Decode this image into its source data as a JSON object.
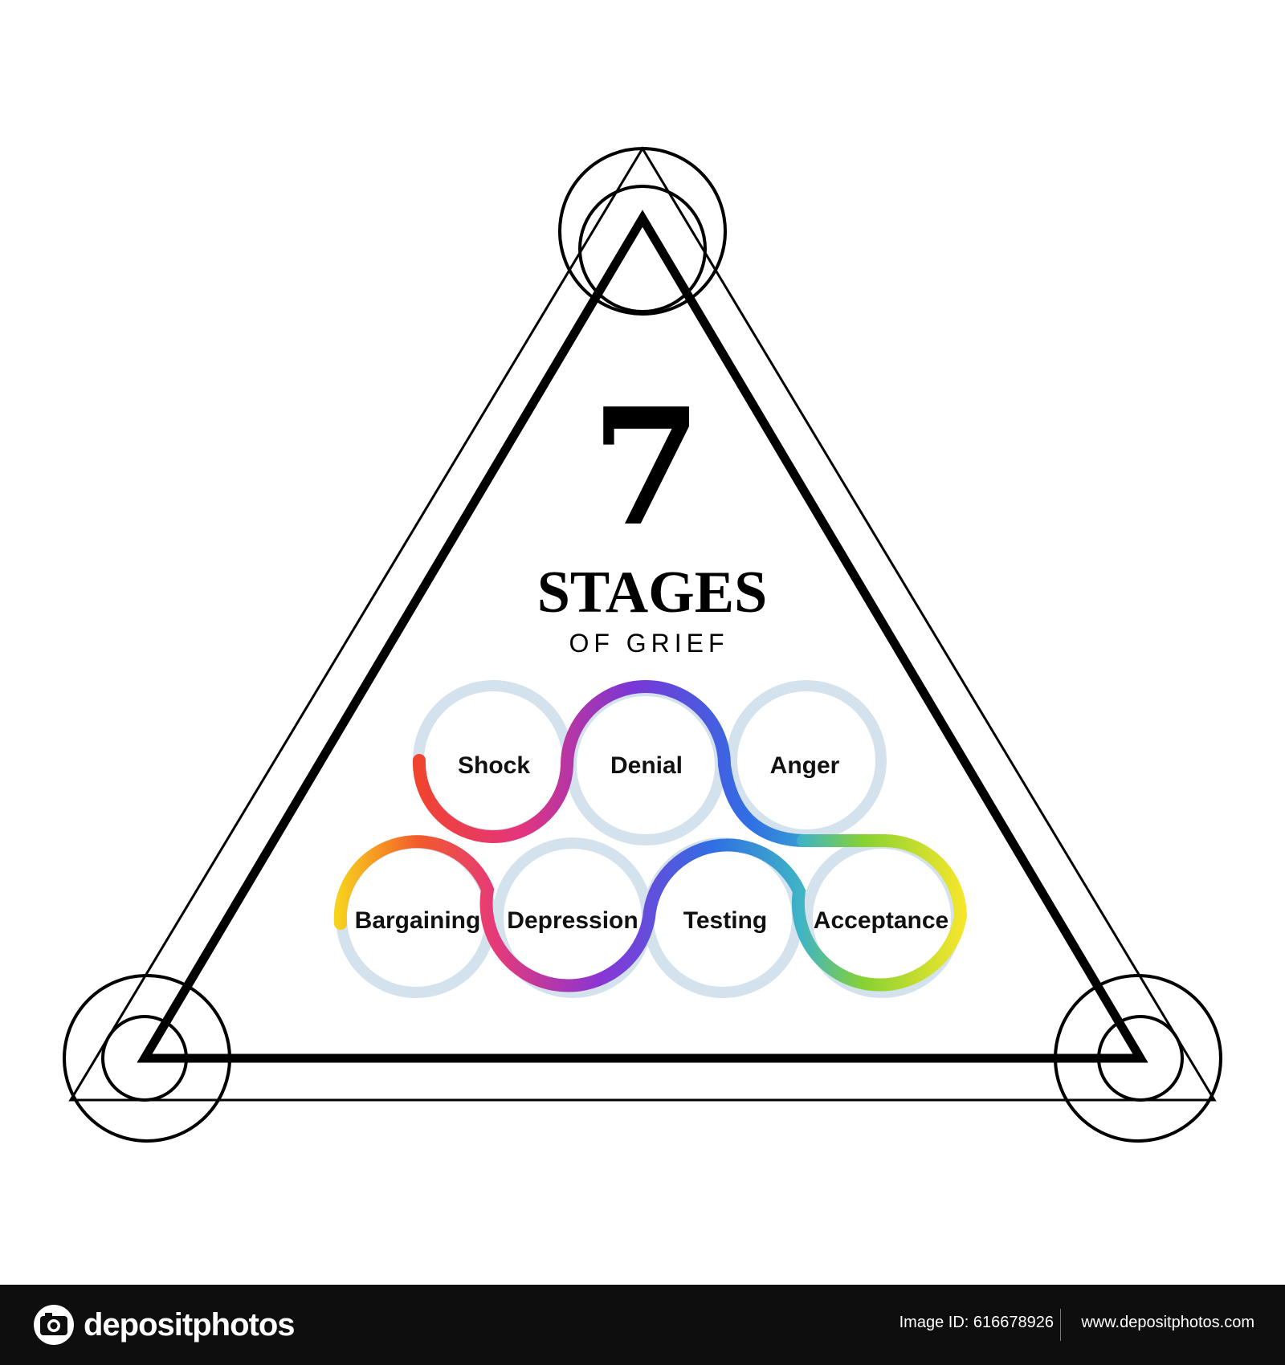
{
  "title": {
    "number": "7",
    "main": "STAGES",
    "sub": "OF GRIEF"
  },
  "stages": [
    {
      "label": "Shock"
    },
    {
      "label": "Denial"
    },
    {
      "label": "Anger"
    },
    {
      "label": "Bargaining"
    },
    {
      "label": "Depression"
    },
    {
      "label": "Testing"
    },
    {
      "label": "Acceptance"
    }
  ],
  "colors": {
    "outline": "#000000",
    "ring": "#d4e2ee",
    "gradient": [
      "#f7d21c",
      "#f0522d",
      "#e23a86",
      "#6a35d8",
      "#2f7ae6",
      "#3fb7d6",
      "#7fd238",
      "#f5e62c"
    ]
  },
  "footer": {
    "brand": "depositphotos",
    "image_id": "Image ID: 616678926",
    "site": "www.depositphotos.com"
  }
}
